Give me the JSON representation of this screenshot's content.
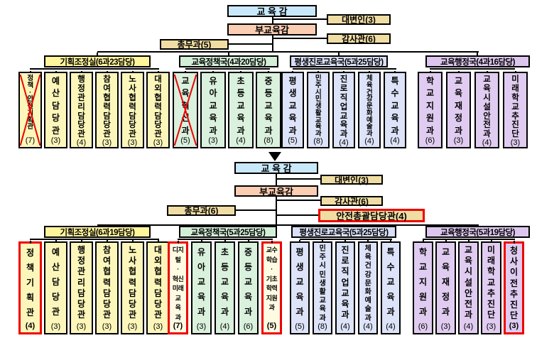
{
  "colors": {
    "blue": "#c9e8fa",
    "salmon": "#fbcdb2",
    "tan": "#f0dda3",
    "yellow_hdr": "#fff59b",
    "yellow": "#fcf6ba",
    "green_hdr": "#d3efd7",
    "green": "#daf1dd",
    "peri_hdr": "#d8dff6",
    "peri": "#dde3f8",
    "plum_hdr": "#dcc6ee",
    "plum": "#e0ccf0",
    "cream": "#fffbe2",
    "red": "#ee0000"
  },
  "top": {
    "leader": "교 육 감",
    "vice": "부교육감",
    "spokesperson": "대변인(3)",
    "auditor": "감사관(6)",
    "general_affairs": "총무과(5)",
    "groups": [
      {
        "header": "기획조정실(6과23담당)",
        "children": [
          {
            "label": "정\n책\n·\n안\n전\n기\n획\n관",
            "count": "(7)"
          },
          {
            "label": "예\n산\n담\n당\n관",
            "count": "(3)"
          },
          {
            "label": "행\n정\n관\n리\n담\n당\n관",
            "count": "(4)"
          },
          {
            "label": "참\n여\n협\n력\n담\n당\n관",
            "count": "(3)"
          },
          {
            "label": "노\n사\n협\n력\n담\n당\n관",
            "count": "(3)"
          },
          {
            "label": "대\n외\n협\n력\n담\n당\n관",
            "count": "(3)"
          }
        ]
      },
      {
        "header": "교육정책국(4과20담당)",
        "children": [
          {
            "label": "교\n육\n혁\n신\n과",
            "count": "(5)"
          },
          {
            "label": "유\n아\n교\n육\n과",
            "count": "(3)"
          },
          {
            "label": "초\n등\n교\n육\n과",
            "count": "(4)"
          },
          {
            "label": "중\n등\n교\n육\n과",
            "count": "(8)"
          }
        ]
      },
      {
        "header": "평생진로교육국(5과25담당)",
        "children": [
          {
            "label": "평\n생\n교\n육\n과",
            "count": "(5)"
          },
          {
            "label": "민\n주\n시\n민\n생\n활\n교\n육\n과",
            "count": "(8)"
          },
          {
            "label": "진\n로\n직\n업\n교\n육\n과",
            "count": "(4)"
          },
          {
            "label": "체\n육\n건\n강\n문\n화\n예\n술\n과",
            "count": "(4)"
          },
          {
            "label": "특\n수\n교\n육\n과",
            "count": "(4)"
          }
        ]
      },
      {
        "header": "교육행정국(4과16담당)",
        "children": [
          {
            "label": "학\n교\n지\n원\n과",
            "count": "(6)"
          },
          {
            "label": "교\n육\n재\n정\n과",
            "count": "(3)"
          },
          {
            "label": "교\n육\n시\n설\n안\n전\n과",
            "count": "(4)"
          },
          {
            "label": "미\n래\n학\n교\n추\n진\n단",
            "count": "(3)"
          }
        ]
      }
    ]
  },
  "bottom": {
    "leader": "교 육 감",
    "vice": "부교육감",
    "spokesperson": "대변인(3)",
    "auditor": "감사관(6)",
    "general_affairs": "총무과(6)",
    "safety_officer": "안전총괄담당관(4)",
    "groups": [
      {
        "header": "기획조정실(6과19담당)",
        "children": [
          {
            "label": "정\n책\n기\n획\n관",
            "count": "(4)"
          },
          {
            "label": "예\n산\n담\n당\n관",
            "count": "(3)"
          },
          {
            "label": "행\n정\n관\n리\n담\n당\n관",
            "count": "(3)"
          },
          {
            "label": "참\n여\n협\n력\n담\n당\n관",
            "count": "(3)"
          },
          {
            "label": "노\n사\n협\n력\n담\n당\n관",
            "count": "(3)"
          },
          {
            "label": "대\n외\n협\n력\n담\n당\n관",
            "count": "(3)"
          }
        ]
      },
      {
        "header": "교육정책국(5과25담당)",
        "children": [
          {
            "label": "디지털\n·\n혁신\n미래\n교\n육\n과",
            "count": "(7)"
          },
          {
            "label": "유\n아\n교\n육\n과",
            "count": "(3)"
          },
          {
            "label": "초\n등\n교\n육\n과",
            "count": "(4)"
          },
          {
            "label": "중\n등\n교\n육\n과",
            "count": "(6)"
          },
          {
            "label": "교수\n학습\n·\n기초\n학력\n지원\n과",
            "count": "(5)"
          }
        ]
      },
      {
        "header": "평생진로교육국(5과25담당)",
        "children": [
          {
            "label": "평\n생\n교\n육\n과",
            "count": "(5)"
          },
          {
            "label": "민\n주\n시\n민\n생\n활\n교\n육\n과",
            "count": "(8)"
          },
          {
            "label": "진\n로\n직\n업\n교\n육\n과",
            "count": "(4)"
          },
          {
            "label": "체\n육\n건\n강\n문\n화\n예\n술\n과",
            "count": "(4)"
          },
          {
            "label": "특\n수\n교\n육\n과",
            "count": "(4)"
          }
        ]
      },
      {
        "header": "교육행정국(5과19담당)",
        "children": [
          {
            "label": "학\n교\n지\n원\n과",
            "count": "(6)"
          },
          {
            "label": "교\n육\n재\n정\n과",
            "count": "(3)"
          },
          {
            "label": "교\n육\n시\n설\n안\n전\n과",
            "count": "(4)"
          },
          {
            "label": "미\n래\n학\n교\n추\n진\n단",
            "count": "(3)"
          },
          {
            "label": "청\n사\n이\n전\n추\n진\n단",
            "count": "(3)"
          }
        ]
      }
    ]
  }
}
